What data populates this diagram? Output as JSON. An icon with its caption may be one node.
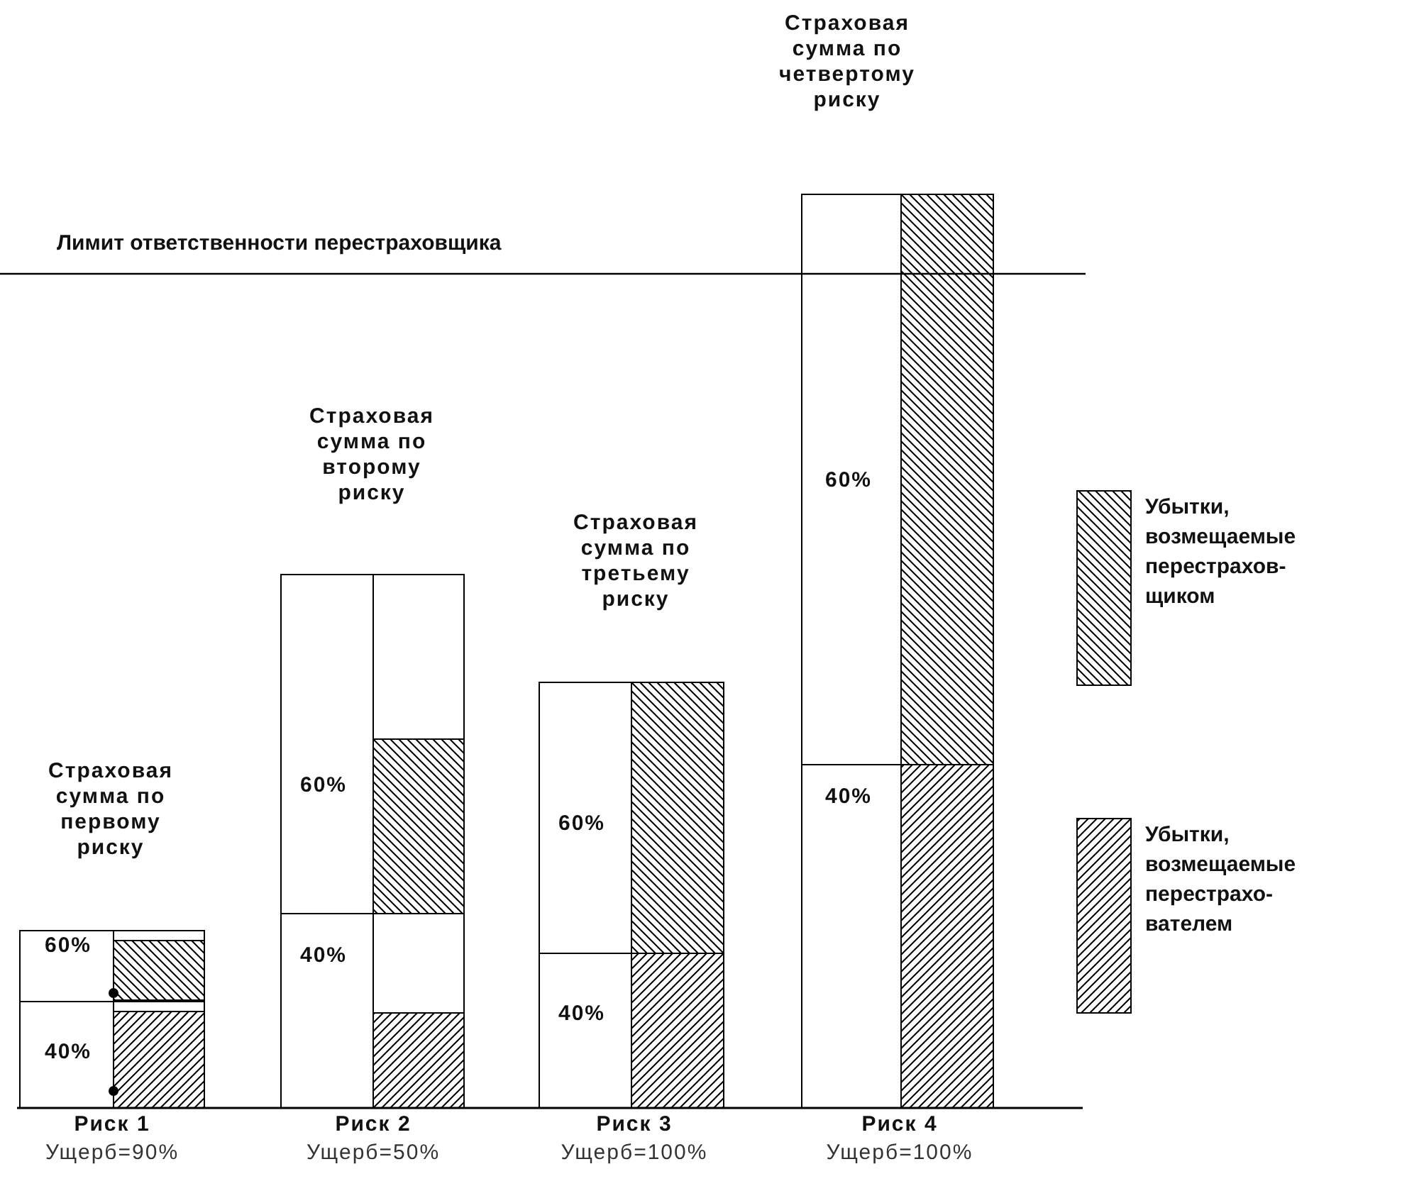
{
  "diagram": {
    "labels": [
      "Страховая сумма по четвертому риску",
      "Лимит ответственности перестраховщика",
      "Страховая сумма по второму риску",
      "Страховая сумма по третьему риску",
      "60%",
      "Страховая сумма по первому риску",
      "60%",
      "60%",
      "40%",
      "60%",
      "40%",
      "40%",
      "40%",
      "Риск 1",
      "Риск 2",
      "Риск 3",
      "Риск 4",
      "Ущерб=90%",
      "Ущерб=50%",
      "Ущерб=100%",
      "Ущерб=100%"
    ],
    "legend": [
      {
        "text": "Убытки, возмещаемые перестрахов- щиком"
      },
      {
        "text": "Убытки, возмещаемые перестрахо- вателем"
      }
    ]
  }
}
